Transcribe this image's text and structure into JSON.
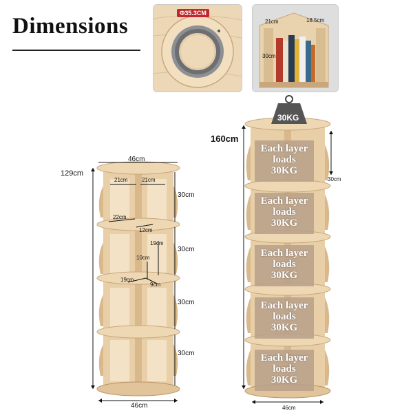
{
  "heading": "Dimensions",
  "thumb_left": {
    "diameter_label": "Φ35.3CM"
  },
  "thumb_right": {
    "labels": [
      "21cm",
      "18.5cm",
      "30cm"
    ]
  },
  "left_shelf": {
    "height": "129cm",
    "top_width": "46cm",
    "bottom_width": "46cm",
    "top_seg_a": "21cm",
    "top_seg_b": "21cm",
    "layer_heights": [
      "30cm",
      "30cm",
      "30cm",
      "30cm"
    ],
    "inner_22": "22cm",
    "inner_12": "12cm",
    "inner_19a": "19cm",
    "inner_10": "10cm",
    "inner_19b": "19cm",
    "inner_9": "9cm"
  },
  "right_shelf": {
    "height": "160cm",
    "layer_height": "30cm",
    "bottom_width": "46cm",
    "weight_tag": "30KG",
    "layers": [
      [
        "Each layer",
        "loads",
        "30KG"
      ],
      [
        "Each layer",
        "loads",
        "30KG"
      ],
      [
        "Each layer",
        "loads",
        "30KG"
      ],
      [
        "Each layer",
        "loads",
        "30KG"
      ],
      [
        "Each layer",
        "loads",
        "30KG"
      ]
    ]
  },
  "colors": {
    "wood": "#e8cfa8",
    "wood_dark": "#c9a67a",
    "wood_light": "#f3e2c6",
    "arrow": "#111111",
    "badge": "#c0282d"
  }
}
